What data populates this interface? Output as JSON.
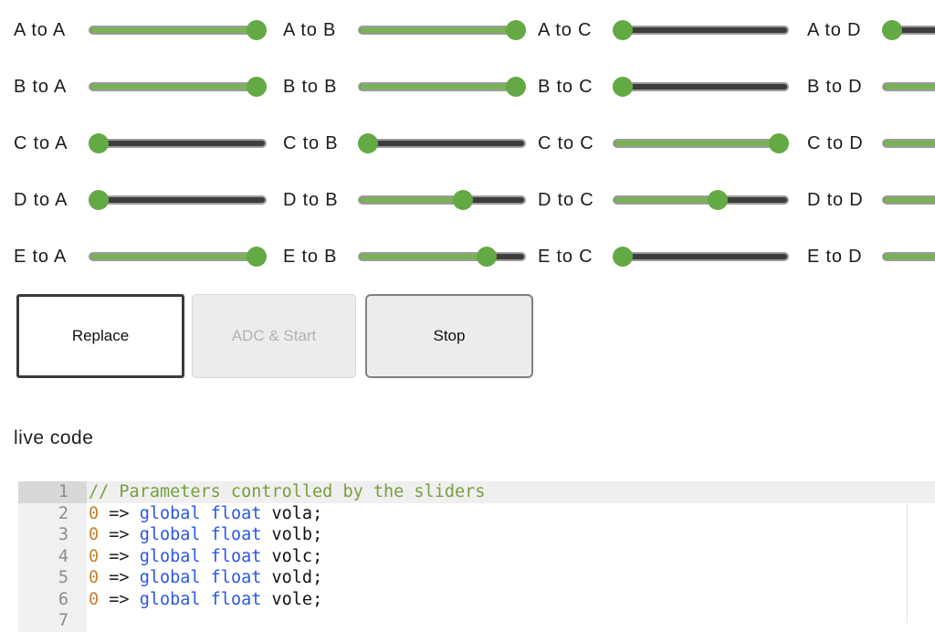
{
  "sliders": {
    "track_widths": [
      195,
      184,
      193,
      200
    ],
    "colors": {
      "fill": "#7ab257",
      "thumb": "#63a944",
      "track_unfilled": "#3d3d3d",
      "track_border": "#9c9c9c"
    },
    "rows": [
      {
        "cells": [
          {
            "label": "A to A",
            "value": 1
          },
          {
            "label": "A to B",
            "value": 1
          },
          {
            "label": "A to C",
            "value": 0
          },
          {
            "label": "A to D",
            "value": 0
          }
        ]
      },
      {
        "cells": [
          {
            "label": "B to A",
            "value": 1
          },
          {
            "label": "B to B",
            "value": 1
          },
          {
            "label": "B to C",
            "value": 0
          },
          {
            "label": "B to D",
            "value": 1
          }
        ]
      },
      {
        "cells": [
          {
            "label": "C to A",
            "value": 0
          },
          {
            "label": "C to B",
            "value": 0
          },
          {
            "label": "C to C",
            "value": 1
          },
          {
            "label": "C to D",
            "value": 1
          }
        ]
      },
      {
        "cells": [
          {
            "label": "D to A",
            "value": 0
          },
          {
            "label": "D to B",
            "value": 0.64
          },
          {
            "label": "D to C",
            "value": 0.61
          },
          {
            "label": "D to D",
            "value": 1
          }
        ]
      },
      {
        "cells": [
          {
            "label": "E to A",
            "value": 1
          },
          {
            "label": "E to B",
            "value": 0.8
          },
          {
            "label": "E to C",
            "value": 0
          },
          {
            "label": "E to D",
            "value": 1
          }
        ]
      }
    ]
  },
  "buttons": [
    {
      "label": "Replace",
      "enabled": true
    },
    {
      "label": "ADC & Start",
      "enabled": false
    },
    {
      "label": "Stop",
      "enabled": true
    }
  ],
  "section_heading": "live code",
  "code_editor": {
    "active_line": 1,
    "colors": {
      "comment": "#74a03c",
      "number": "#c8802d",
      "keyword": "#2a57e8",
      "operator": "#222222",
      "plain": "#111111",
      "line_number": "#8c8c8c"
    },
    "lines": [
      {
        "number": 1,
        "tokens": [
          [
            "comment",
            "// Parameters controlled by the sliders"
          ]
        ]
      },
      {
        "number": 2,
        "tokens": [
          [
            "number",
            "0"
          ],
          [
            "plain",
            " "
          ],
          [
            "operator",
            "=>"
          ],
          [
            "plain",
            " "
          ],
          [
            "keyword",
            "global"
          ],
          [
            "plain",
            " "
          ],
          [
            "keyword",
            "float"
          ],
          [
            "plain",
            " "
          ],
          [
            "plain",
            "vola;"
          ]
        ]
      },
      {
        "number": 3,
        "tokens": [
          [
            "number",
            "0"
          ],
          [
            "plain",
            " "
          ],
          [
            "operator",
            "=>"
          ],
          [
            "plain",
            " "
          ],
          [
            "keyword",
            "global"
          ],
          [
            "plain",
            " "
          ],
          [
            "keyword",
            "float"
          ],
          [
            "plain",
            " "
          ],
          [
            "plain",
            "volb;"
          ]
        ]
      },
      {
        "number": 4,
        "tokens": [
          [
            "number",
            "0"
          ],
          [
            "plain",
            " "
          ],
          [
            "operator",
            "=>"
          ],
          [
            "plain",
            " "
          ],
          [
            "keyword",
            "global"
          ],
          [
            "plain",
            " "
          ],
          [
            "keyword",
            "float"
          ],
          [
            "plain",
            " "
          ],
          [
            "plain",
            "volc;"
          ]
        ]
      },
      {
        "number": 5,
        "tokens": [
          [
            "number",
            "0"
          ],
          [
            "plain",
            " "
          ],
          [
            "operator",
            "=>"
          ],
          [
            "plain",
            " "
          ],
          [
            "keyword",
            "global"
          ],
          [
            "plain",
            " "
          ],
          [
            "keyword",
            "float"
          ],
          [
            "plain",
            " "
          ],
          [
            "plain",
            "vold;"
          ]
        ]
      },
      {
        "number": 6,
        "tokens": [
          [
            "number",
            "0"
          ],
          [
            "plain",
            " "
          ],
          [
            "operator",
            "=>"
          ],
          [
            "plain",
            " "
          ],
          [
            "keyword",
            "global"
          ],
          [
            "plain",
            " "
          ],
          [
            "keyword",
            "float"
          ],
          [
            "plain",
            " "
          ],
          [
            "plain",
            "vole;"
          ]
        ]
      },
      {
        "number": 7,
        "tokens": []
      }
    ]
  }
}
